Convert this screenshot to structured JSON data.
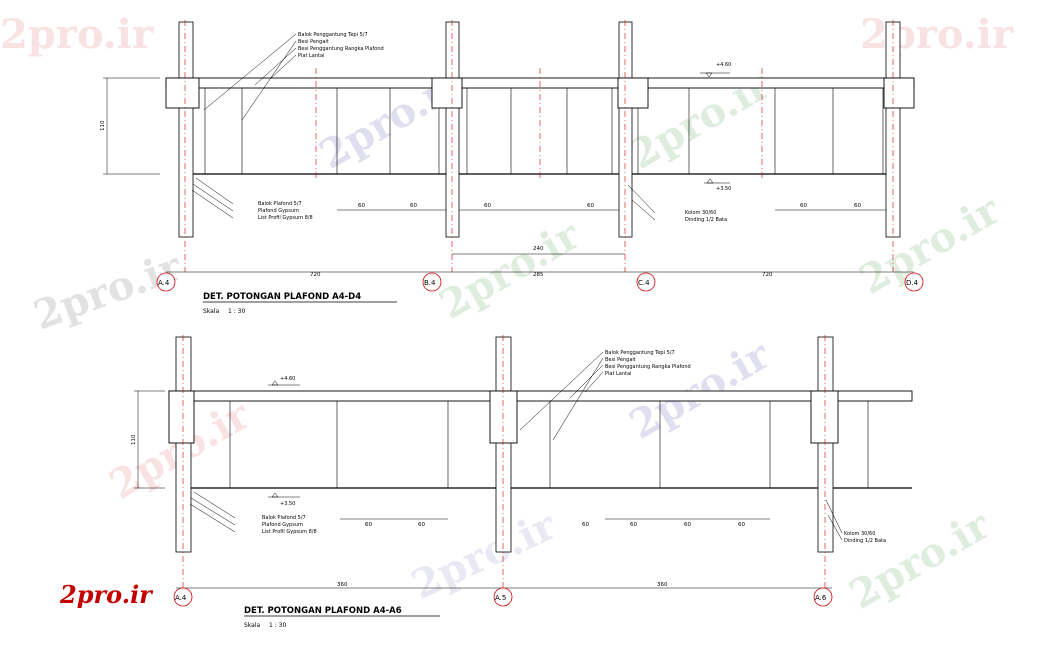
{
  "drawing1": {
    "title": "DET. POTONGAN PLAFOND A4-D4",
    "scale_label": "Skala",
    "scale_value": "1 : 30",
    "grid_labels": [
      "A.4",
      "B.4",
      "C.4",
      "D.4"
    ],
    "span_dims": [
      "720",
      "285",
      "720"
    ],
    "sub_dim": "240",
    "height_dim": "110",
    "spacing_dims": [
      "60",
      "60",
      "60",
      "60",
      "60",
      "60"
    ],
    "level_top": "+4.60",
    "level_bottom": "+3.50",
    "labels_top": [
      "Balok Penggantung Tepi 5/7",
      "Besi Pengait",
      "Besi Penggantung Rangka Plafond",
      "Plat Lantai"
    ],
    "labels_bottom_left": [
      "Balok Plafond 5/7",
      "Plafond Gypsum",
      "List Profil Gypsum 8/8"
    ],
    "labels_bottom_right": [
      "Kolom 30/60",
      "Dinding 1/2 Bata"
    ]
  },
  "drawing2": {
    "title": "DET. POTONGAN PLAFOND A4-A6",
    "scale_label": "Skala",
    "scale_value": "1 : 30",
    "grid_labels": [
      "A.4",
      "A.5",
      "A.6"
    ],
    "span_dims": [
      "360",
      "360"
    ],
    "height_dim": "110",
    "spacing_dims": [
      "60",
      "60",
      "60",
      "60",
      "60",
      "60"
    ],
    "level_top": "+4.60",
    "level_bottom": "+3.50",
    "labels_top": [
      "Balok Penggantung Tepi 5/7",
      "Besi Pengait",
      "Besi Penggantung Rangka Plafond",
      "Plat Lantai"
    ],
    "labels_bottom_left": [
      "Balok Plafond 5/7",
      "Plafond Gypsum",
      "List Profil Gypsum 8/8"
    ],
    "labels_bottom_right": [
      "Kolom 30/60",
      "Dinding 1/2 Bata"
    ]
  },
  "watermark": "2pro.ir",
  "logo": "2pro.ir",
  "colors": {
    "line": "#000000",
    "axis": "#d40000",
    "logo": "#c40000"
  }
}
